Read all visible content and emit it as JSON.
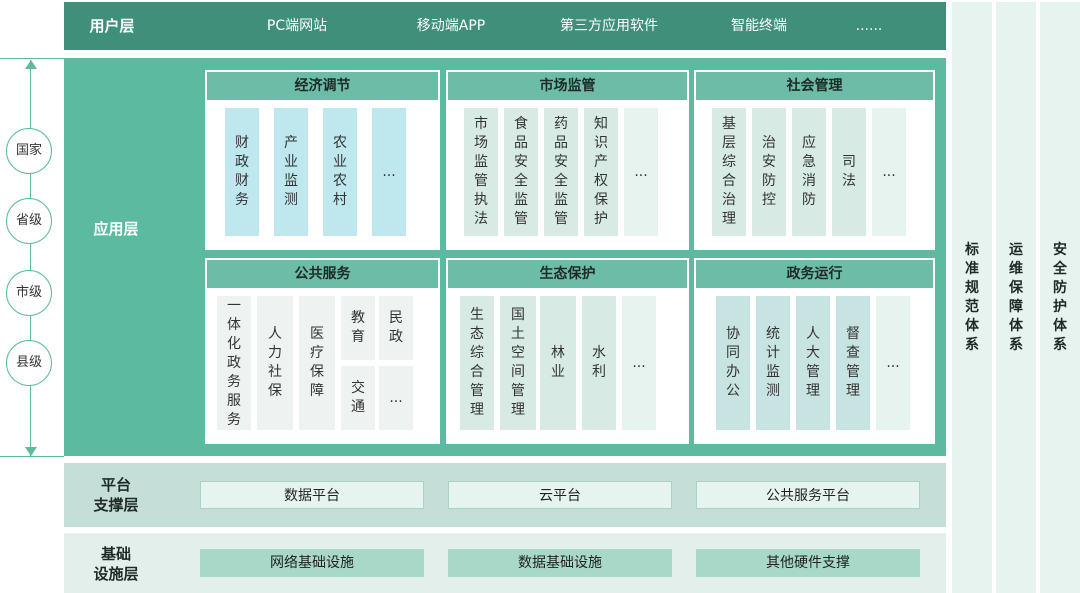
{
  "user_layer": {
    "label": "用户层",
    "items": [
      "PC端网站",
      "移动端APP",
      "第三方应用软件",
      "智能终端",
      "......"
    ]
  },
  "scale": [
    "国家",
    "省级",
    "市级",
    "县级"
  ],
  "app_layer": {
    "label": "应用层",
    "groups": [
      {
        "title": "经济调节",
        "items": [
          "财政财务",
          "产业监测",
          "农业农村",
          "..."
        ]
      },
      {
        "title": "市场监管",
        "items": [
          "市场监管执法",
          "食品安全监管",
          "药品安全监管",
          "知识产权保护",
          "..."
        ]
      },
      {
        "title": "社会管理",
        "items": [
          "基层综合治理",
          "治安防控",
          "应急消防",
          "司法",
          "..."
        ]
      },
      {
        "title": "公共服务",
        "items": [
          "一体化政务服务",
          "人力社保",
          "医疗保障",
          "教育",
          "民政",
          "交通",
          "..."
        ]
      },
      {
        "title": "生态保护",
        "items": [
          "生态综合管理",
          "国土空间管理",
          "林业",
          "水利",
          "..."
        ]
      },
      {
        "title": "政务运行",
        "items": [
          "协同办公",
          "统计监测",
          "人大管理",
          "督查管理",
          "..."
        ]
      }
    ]
  },
  "platform_layer": {
    "label_line1": "平台",
    "label_line2": "支撑层",
    "items": [
      "数据平台",
      "云平台",
      "公共服务平台"
    ]
  },
  "base_layer": {
    "label_line1": "基础",
    "label_line2": "设施层",
    "items": [
      "网络基础设施",
      "数据基础设施",
      "其他硬件支撑"
    ]
  },
  "right_columns": [
    "标准规范体系",
    "运维保障体系",
    "安全防护体系"
  ],
  "colors": {
    "user_band": "#3f8f7b",
    "app_band": "#5bbaa0",
    "group_header": "#6cbca8",
    "platform_band": "#c5dfd8",
    "base_band": "#e3efeb",
    "right_column": "#e6f3ee"
  }
}
